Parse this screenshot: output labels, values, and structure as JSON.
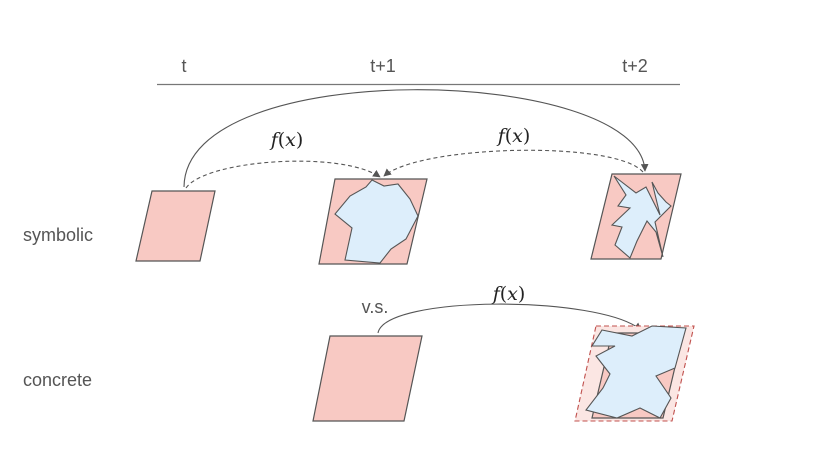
{
  "timeline": {
    "labels": [
      "t",
      "t+1",
      "t+2"
    ]
  },
  "rows": {
    "symbolic": "symbolic",
    "concrete": "concrete"
  },
  "vs_label": "v.s.",
  "function_label": {
    "name": "f",
    "open": "(",
    "arg": "x",
    "close": ")"
  },
  "colors": {
    "shape_fill": "#f8c9c3",
    "shape_stroke": "#555555",
    "blob_fill": "#ddeefb",
    "axis": "#777777",
    "arrow": "#555555",
    "bbox_dash": "#c0504d",
    "bbox_fill": "#fbe6e3",
    "text": "#555555"
  }
}
